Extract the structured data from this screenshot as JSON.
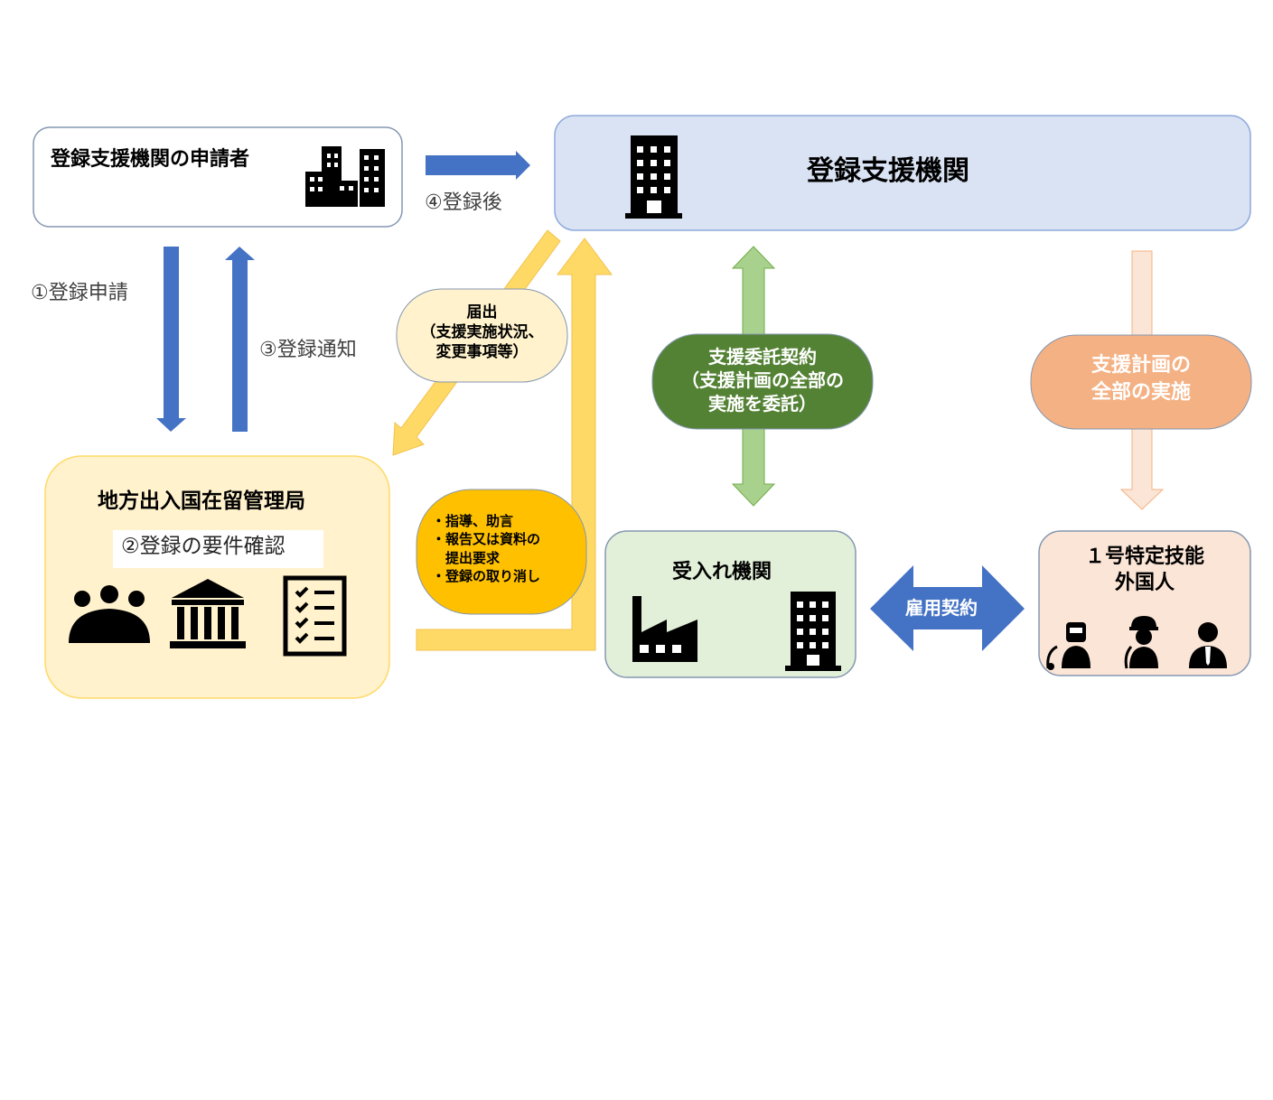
{
  "applicant": {
    "label": "登録支援機関の申請者"
  },
  "support_org": {
    "label": "登録支援機関"
  },
  "immigration": {
    "label": "地方出入国在留管理局",
    "check_label": "②登録の要件確認"
  },
  "receiving": {
    "label": "受入れ機関"
  },
  "worker": {
    "label": "１号特定技能\n外国人"
  },
  "steps": {
    "apply": "①登録申請",
    "notify": "③登録通知",
    "after_registration": "④登録後"
  },
  "report_bubble": "届出\n（支援実施状況、\n変更事項等）",
  "guidance_bubble": "・指導、助言\n・報告又は資料の\n　提出要求\n・登録の取り消し",
  "consign_bubble": "支援委託契約\n（支援計画の全部の\n実施を委託）",
  "plan_bubble": "支援計画の\n全部の実施",
  "employment_label": "雇用契約",
  "colors": {
    "blue_arrow": "#4472c4",
    "yellow_arrow": "#ffd966",
    "green_arrow": "#a9d18e",
    "peach_arrow": "#fbe5d6",
    "support_fill": "#dae3f3",
    "immigration_fill": "#fff2cc",
    "receiving_fill": "#e2f0d9",
    "worker_fill": "#fbe5d6",
    "consign_fill": "#548235",
    "plan_fill": "#f4b183",
    "guidance_fill": "#ffc000"
  },
  "icons": [
    "building-icon",
    "office-buildings-icon",
    "meeting-people-icon",
    "government-building-icon",
    "checklist-icon",
    "factory-icon",
    "welder-icon",
    "worker-helmet-icon",
    "businessman-icon"
  ]
}
